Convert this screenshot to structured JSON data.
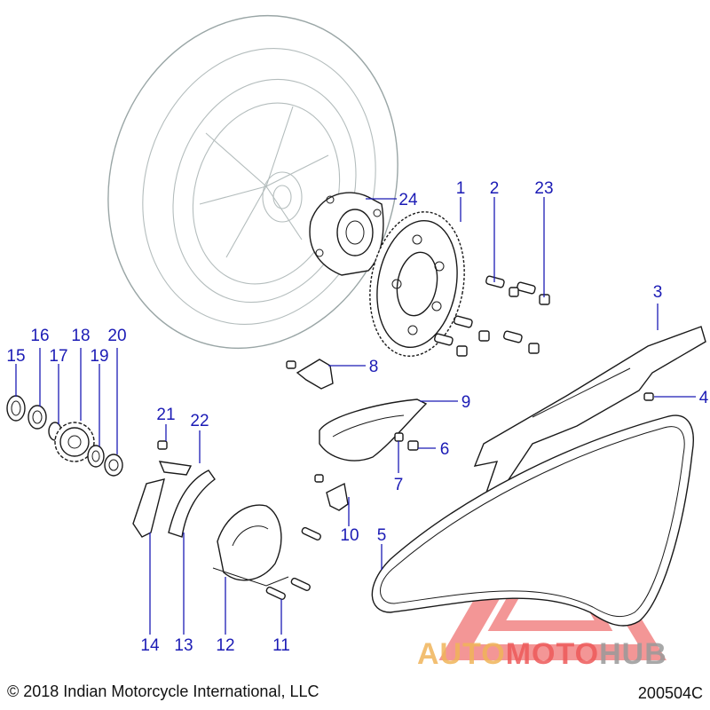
{
  "callouts": [
    {
      "label": "1"
    },
    {
      "label": "2"
    },
    {
      "label": "23"
    },
    {
      "label": "24"
    },
    {
      "label": "3"
    },
    {
      "label": "4"
    },
    {
      "label": "8"
    },
    {
      "label": "9"
    },
    {
      "label": "6"
    },
    {
      "label": "7"
    },
    {
      "label": "10"
    },
    {
      "label": "5"
    },
    {
      "label": "15"
    },
    {
      "label": "16"
    },
    {
      "label": "17"
    },
    {
      "label": "18"
    },
    {
      "label": "19"
    },
    {
      "label": "20"
    },
    {
      "label": "21"
    },
    {
      "label": "22"
    },
    {
      "label": "14"
    },
    {
      "label": "13"
    },
    {
      "label": "12"
    },
    {
      "label": "11"
    }
  ],
  "watermark": {
    "part1": "AUTO",
    "part2": "MOTO",
    "part3": "HUB",
    "colors": {
      "orange": "#f0b45a",
      "red": "#ee5a5a",
      "gray": "#9a9a9a",
      "triangle": "#ef6b6b"
    }
  },
  "footer": {
    "copyright": "© 2018 Indian Motorcycle International, LLC",
    "code": "200504C"
  },
  "colors": {
    "callout": "#1b1bb5",
    "outline": "#1a1a1a",
    "tire": "#9aa6a6"
  }
}
